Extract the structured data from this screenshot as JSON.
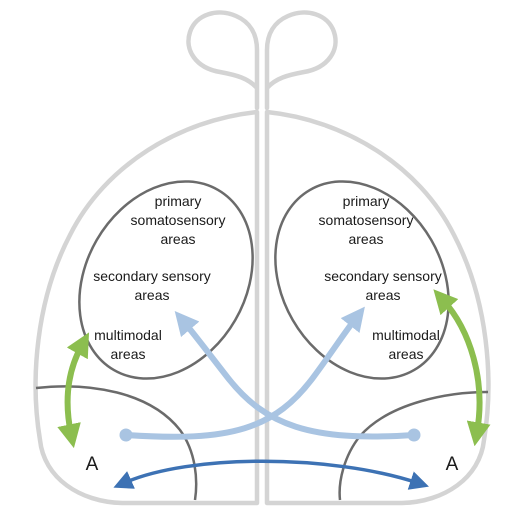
{
  "left_hemisphere": {
    "primary": [
      "primary",
      "somatosensory",
      "areas"
    ],
    "secondary": [
      "secondary sensory",
      "areas"
    ],
    "multimodal": [
      "multimodal",
      "areas"
    ],
    "a_label": "A"
  },
  "right_hemisphere": {
    "primary": [
      "primary",
      "somatosensory",
      "areas"
    ],
    "secondary": [
      "secondary sensory",
      "areas"
    ],
    "multimodal": [
      "multimodal",
      "areas"
    ],
    "a_label": "A"
  },
  "colors": {
    "outline": "#d4d4d4",
    "region_border": "#6b6b6b",
    "light_blue_arrow": "#a9c4e2",
    "dark_blue_arrow": "#3d72b4",
    "green_arrow": "#8cbe4f"
  }
}
